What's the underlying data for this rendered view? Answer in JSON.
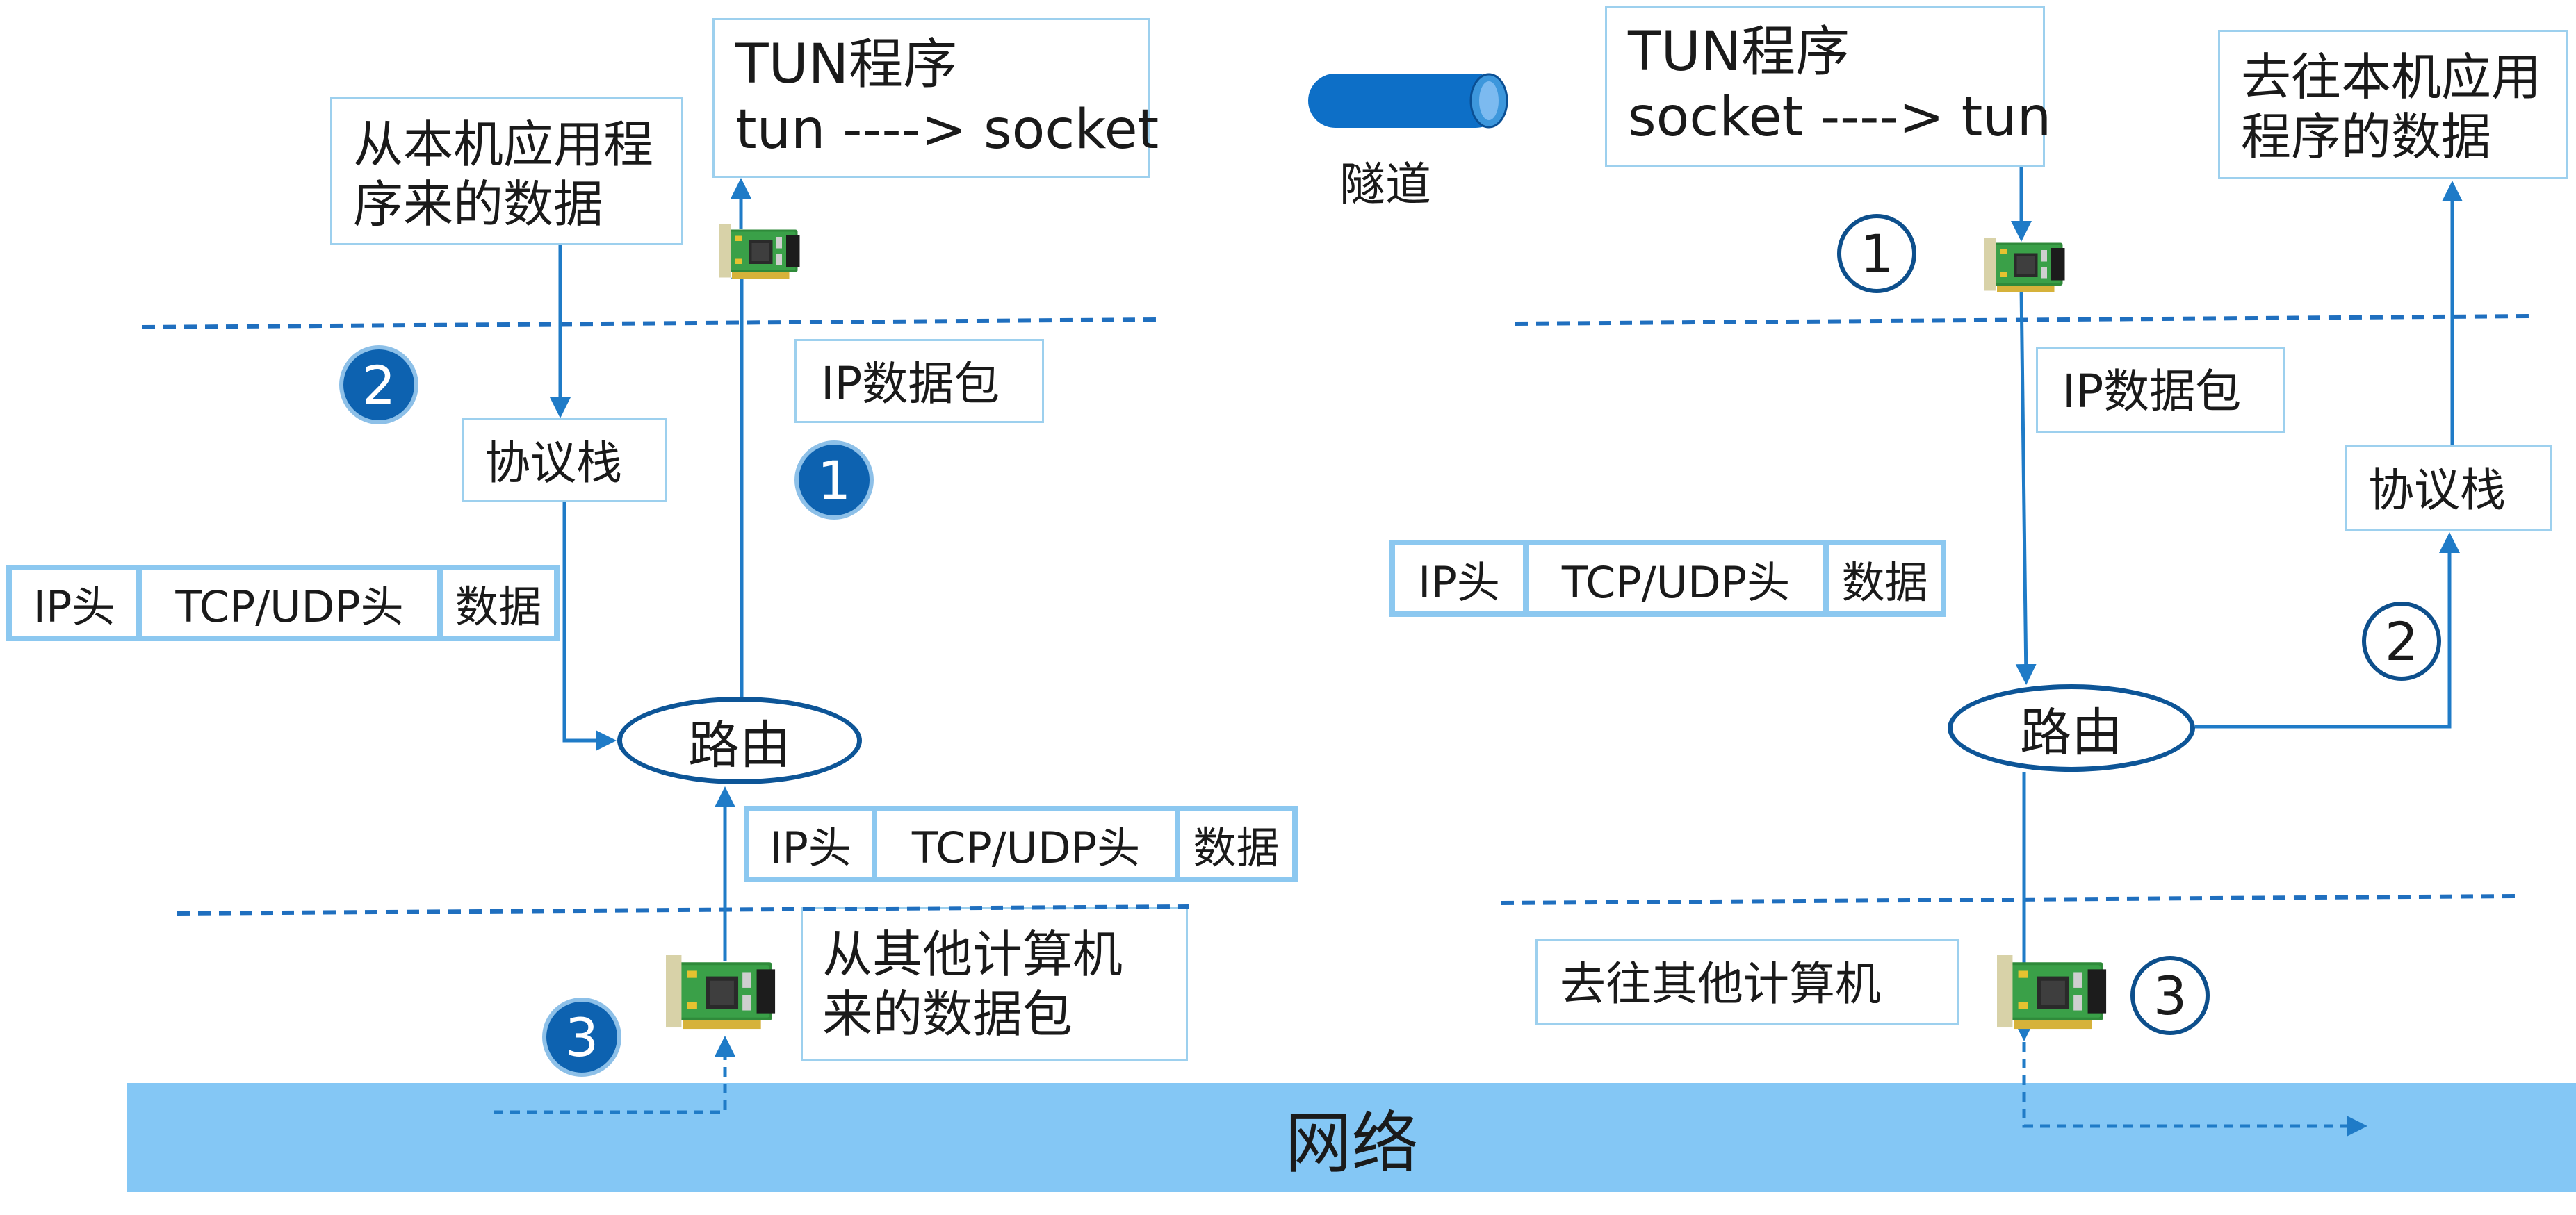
{
  "network_label": "网络",
  "tunnel_label": "隧道",
  "left": {
    "tun_box": [
      "TUN程序",
      "tun ----> socket"
    ],
    "app_box": [
      "从本机应用程",
      "序来的数据"
    ],
    "ip_packet_label": "IP数据包",
    "stack_label": "协议栈",
    "router_label": "路由",
    "incoming_box": [
      "从其他计算机",
      "来的数据包"
    ],
    "packet_top": [
      "IP头",
      "TCP/UDP头",
      "数据"
    ],
    "packet_bottom": [
      "IP头",
      "TCP/UDP头",
      "数据"
    ],
    "step_tun": "1",
    "step_app": "2",
    "step_network": "3"
  },
  "right": {
    "tun_box": [
      "TUN程序",
      "socket ----> tun"
    ],
    "app_box": [
      "去往本机应用",
      "程序的数据"
    ],
    "ip_packet_label": "IP数据包",
    "stack_label": "协议栈",
    "router_label": "路由",
    "outgoing_box": "去往其他计算机",
    "packet": [
      "IP头",
      "TCP/UDP头",
      "数据"
    ],
    "step_tun": "1",
    "step_app": "2",
    "step_network": "3"
  },
  "colors": {
    "arrow": "#1f7bc7",
    "dashed_divider": "#1f6fbf",
    "network_band": "#84c7f5",
    "box_border": "#9dd0ee",
    "packet_border": "#8cc8f0",
    "filled_step": "#0d62b0",
    "tunnel": "#0d6fc7"
  },
  "icons": {
    "network_card": "network-card-icon",
    "tunnel": "tunnel-pipe-icon"
  }
}
